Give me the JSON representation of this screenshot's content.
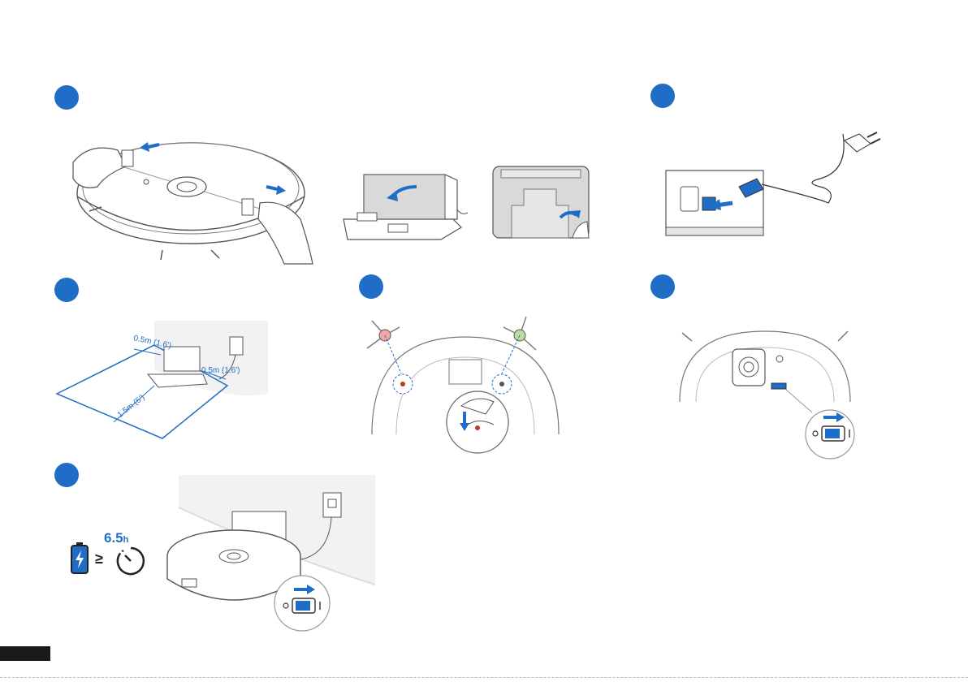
{
  "colors": {
    "accent": "#1f6dc6",
    "line": "#555555",
    "light_fill": "#f2f2f2",
    "dark_bar": "#1a1a1a",
    "brush_left": "#f4a6a6",
    "brush_right": "#b9dca0"
  },
  "steps": [
    {
      "id": "remove-bumper-strips",
      "icon": "step-dot"
    },
    {
      "id": "connect-power-cord",
      "icon": "step-dot"
    },
    {
      "id": "place-charging-dock",
      "icon": "step-dot"
    },
    {
      "id": "install-side-brushes",
      "icon": "step-dot"
    },
    {
      "id": "turn-on-power-switch",
      "icon": "step-dot"
    },
    {
      "id": "charge-robot",
      "icon": "step-dot"
    }
  ],
  "clearance": {
    "left": "0.5m (1.6')",
    "right": "0.5m (1.6')",
    "front": "1.5m (5')"
  },
  "charge_time": {
    "value": "6.5",
    "unit": "h",
    "operator": "≥"
  },
  "icons": {
    "battery": "battery-charging-icon",
    "timer": "timer-icon",
    "switch": "power-switch-icon",
    "arrow": "arrow-right-icon"
  }
}
